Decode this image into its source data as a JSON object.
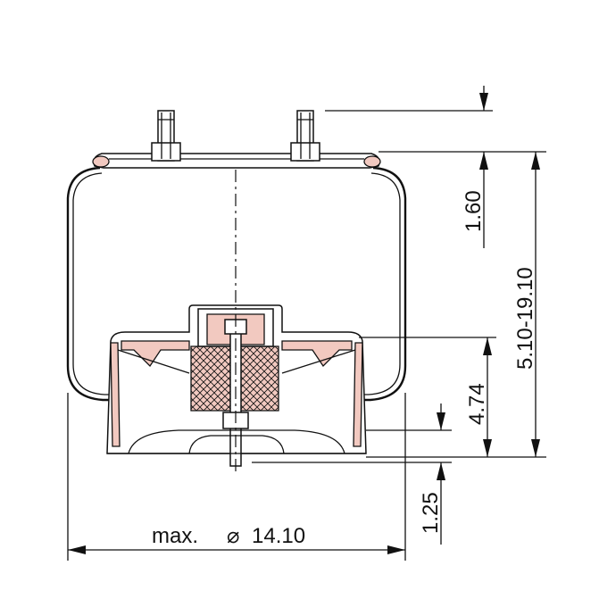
{
  "drawing": {
    "colors": {
      "line": "#111111",
      "rubber": "#f2c9c0",
      "background": "#ffffff"
    },
    "dimensions": {
      "diameter_prefix": "max.",
      "diameter_symbol": "⌀",
      "diameter_value": "14.10",
      "height_range": "5.10-19.10",
      "plate_offset": "1.60",
      "piston_height": "4.74",
      "stud_protrusion": "1.25"
    }
  }
}
